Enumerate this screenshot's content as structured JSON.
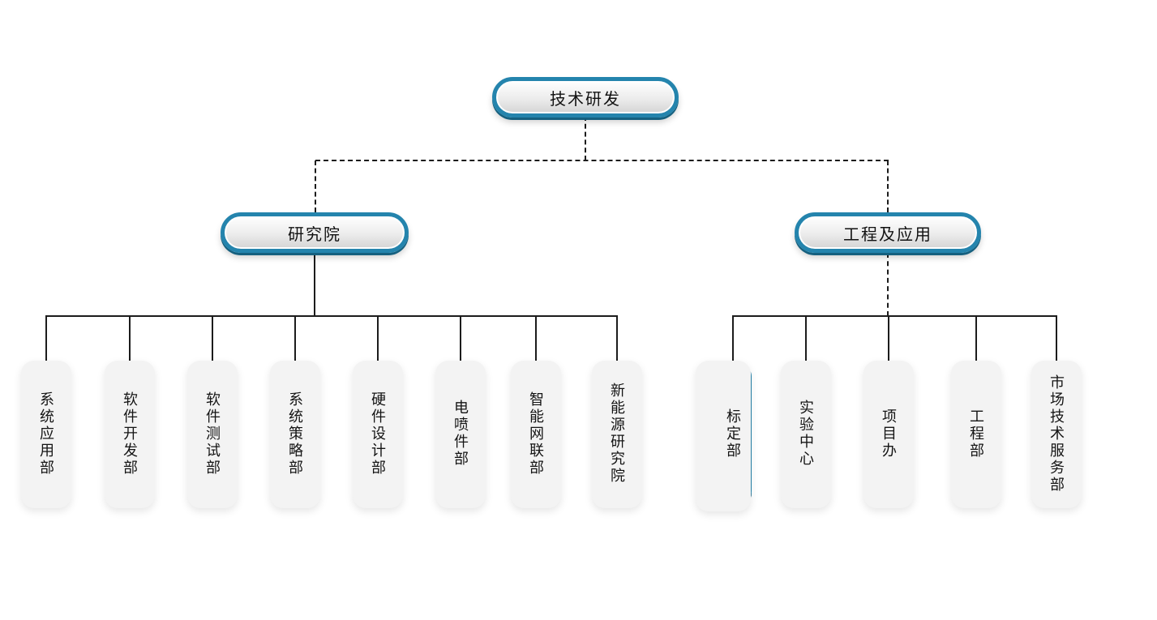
{
  "chart": {
    "type": "org-chart",
    "root": {
      "label": "技术研发"
    },
    "branches": [
      {
        "label": "研究院",
        "children": [
          "系统应用部",
          "软件开发部",
          "软件测试部",
          "系统策略部",
          "硬件设计部",
          "电喷件部",
          "智能网联部",
          "新能源研究院"
        ]
      },
      {
        "label": "工程及应用",
        "children": [
          "标定部",
          "实验中心",
          "项目办",
          "工程部",
          "市场技术服务部"
        ]
      }
    ],
    "colors": {
      "node_border": "#2484ad",
      "node_border_shadow": "#15607f",
      "node_fill_light": "#ffffff",
      "node_fill_dark": "#d2d2d2",
      "connector_line": "#1c1c1c",
      "text": "#141414",
      "background": "#ffffff"
    },
    "connector_styles": {
      "root_to_branches": "dashed",
      "branch_left_to_children": "solid",
      "branch_right_drop": "dashed",
      "children_bus": "solid"
    }
  }
}
